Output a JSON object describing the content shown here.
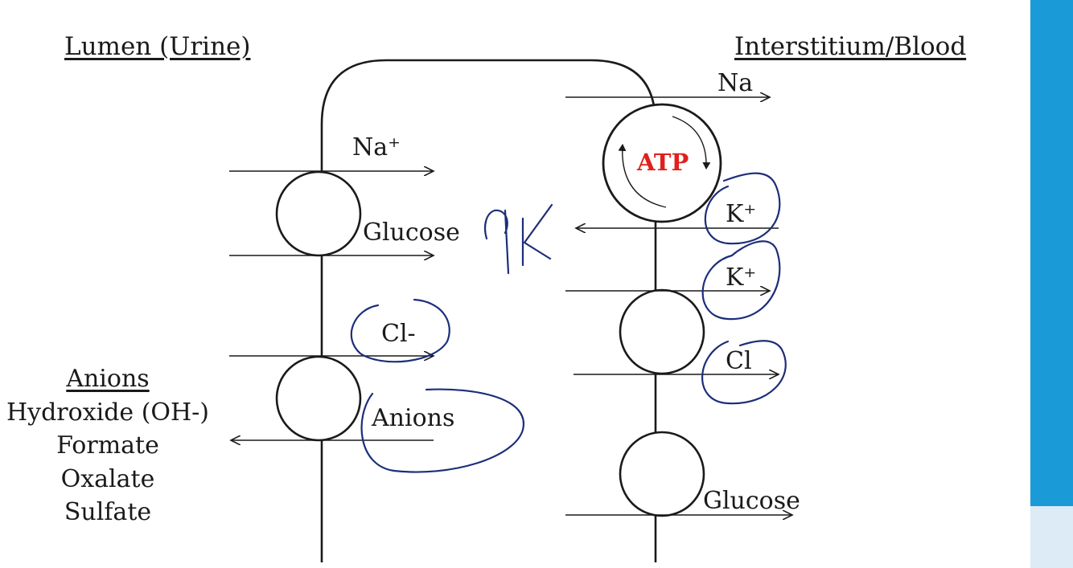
{
  "slide": {
    "lumen_title": "Lumen (Urine)",
    "interstitium_title": "Interstitium/Blood",
    "apical": {
      "na_label": "Na⁺",
      "glucose_label": "Glucose",
      "cl_label": "Cl-",
      "anions_label": "Anions"
    },
    "basolateral": {
      "na_label": "Na",
      "atp_label": "ATP",
      "k_in_label": "K⁺",
      "k_out_label": "K⁺",
      "cl_label": "Cl",
      "glucose_label": "Glucose"
    },
    "anions_list": {
      "heading": "Anions",
      "items": [
        "Hydroxide (OH-)",
        "Formate",
        "Oxalate",
        "Sulfate"
      ]
    },
    "handwriting": {
      "note": "↑K"
    },
    "colors": {
      "ink": "#1a1a1a",
      "atp": "#e0201b",
      "annotation": "#1c2e7a",
      "accent_bar": "#1a9bd7"
    }
  }
}
